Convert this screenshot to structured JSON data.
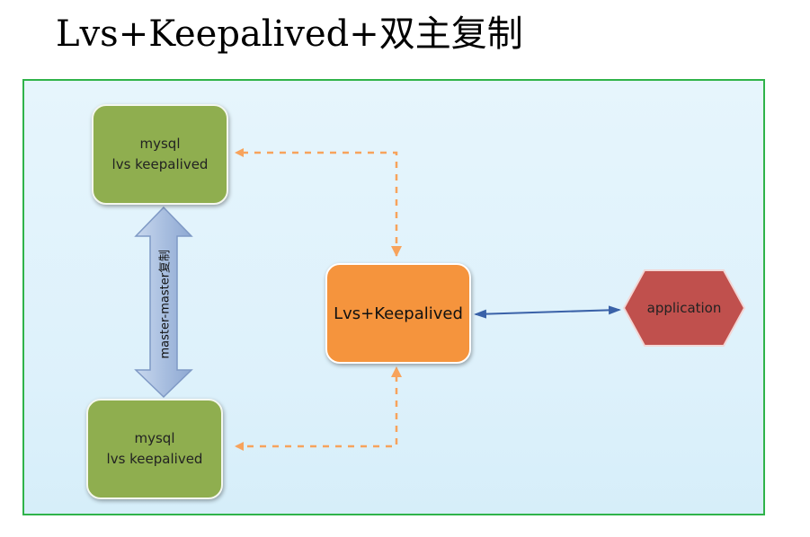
{
  "title": "Lvs+Keepalived+双主复制",
  "nodes": {
    "mysql_top": {
      "line1": "mysql",
      "line2": "lvs keepalived"
    },
    "mysql_bottom": {
      "line1": "mysql",
      "line2": "lvs keepalived"
    },
    "lvs": {
      "label": "Lvs+Keepalived"
    },
    "application": {
      "label": "application"
    }
  },
  "edges": {
    "replication": {
      "label": "master-master复制",
      "style": "double-headed block arrow",
      "color": "#b7c9e6"
    },
    "lvs_to_mysql_top": {
      "style": "dashed",
      "color": "#f7a35c"
    },
    "lvs_to_mysql_bottom": {
      "style": "dashed",
      "color": "#f7a35c"
    },
    "lvs_application": {
      "style": "solid double-headed",
      "color": "#3a62a8"
    }
  },
  "colors": {
    "frame_border": "#2fb34a",
    "mysql_fill": "#8fae4f",
    "lvs_fill": "#f5943d",
    "application_fill": "#c0504d"
  }
}
